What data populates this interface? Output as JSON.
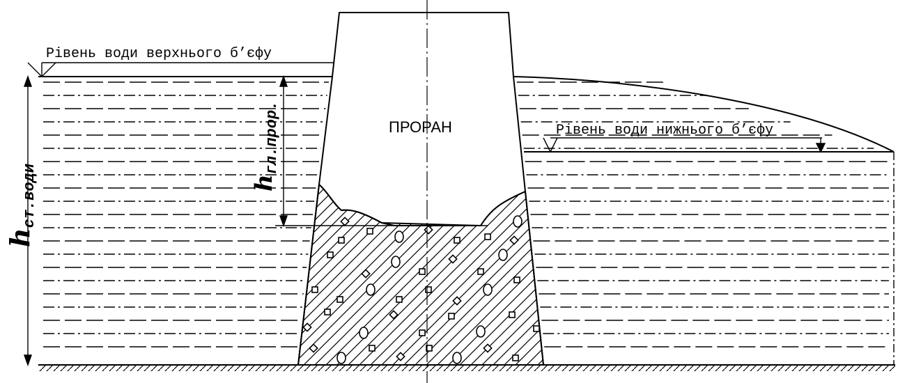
{
  "labels": {
    "upstream_level": "Рівень води верхнього б’єфу",
    "downstream_level": "Рівень води нижнього б’єфу",
    "gap": "ПРОРАН",
    "gap_depth_main": "h",
    "gap_depth_sub": "гл.прор.",
    "water_depth_main": "h",
    "water_depth_sub": "ст.води"
  },
  "icons": [
    "water-level-marker-icon",
    "arrow-up-icon",
    "arrow-down-icon"
  ],
  "colors": {
    "ink": "#000000",
    "background": "#ffffff"
  }
}
